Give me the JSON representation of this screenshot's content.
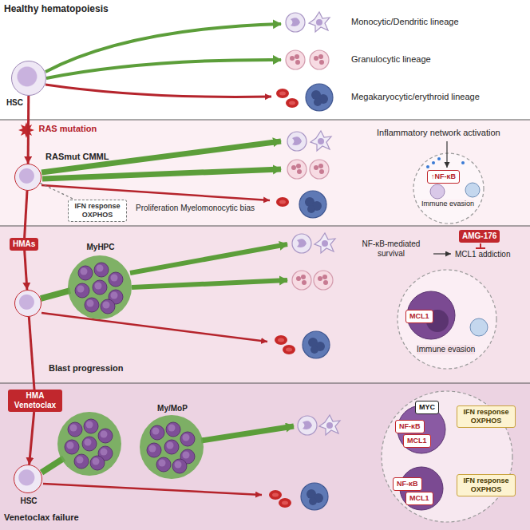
{
  "diagram": {
    "nodes": [
      {
        "text": [
          "HSC"
        ]
      },
      {
        "text": [
          "RASmut CMML"
        ]
      },
      {
        "text": [
          "IFN response OXPHOS"
        ]
      },
      {
        "text": [
          "↑NF-κB"
        ]
      },
      {
        "text": [
          "HMAs"
        ]
      },
      {
        "text": [
          "Blast progression"
        ]
      },
      {
        "text": [
          "MyHPC"
        ]
      },
      {
        "text": [
          "MCL1"
        ]
      },
      {
        "text": [
          "AMG-176"
        ]
      },
      {
        "text": [
          "HMA Venetoclax"
        ]
      },
      {
        "text": [
          "HSC",
          "Venetoclax failure"
        ]
      },
      {
        "text": [
          "My/MoP"
        ]
      },
      {
        "text": [
          "MYC"
        ]
      },
      {
        "text": [
          "NF-κB"
        ]
      },
      {
        "text": [
          "MCL1"
        ]
      },
      {
        "text": [
          "IFN response OXPHOS"
        ]
      },
      {
        "text": [
          "NF-κB"
        ]
      },
      {
        "text": [
          "MCL1"
        ]
      },
      {
        "text": [
          "IFN response OXPHOS"
        ]
      }
    ],
    "edges": [
      {
        "from": 0,
        "to": 1,
        "arrow": "to",
        "label": "RAS mutation"
      },
      {
        "from": 1,
        "to": 2,
        "arrow": "none"
      },
      {
        "from": 1,
        "to": 4,
        "arrow": "none"
      },
      {
        "from": 4,
        "to": 5,
        "arrow": "to"
      },
      {
        "from": 5,
        "to": 9,
        "arrow": "none"
      },
      {
        "from": 9,
        "to": 10,
        "arrow": "to"
      }
    ],
    "labels": [
      "Healthy hematopoiesis",
      "Monocytic/Dendritic lineage",
      "Granulocytic lineage",
      "Megakaryocytic/erythroid lineage",
      "Inflammatory network activation",
      "Immune evasion",
      "Proliferation Myelomonocytic bias",
      "NF-κB-mediated survival",
      "MCL1 addiction",
      "Immune evasion"
    ]
  }
}
